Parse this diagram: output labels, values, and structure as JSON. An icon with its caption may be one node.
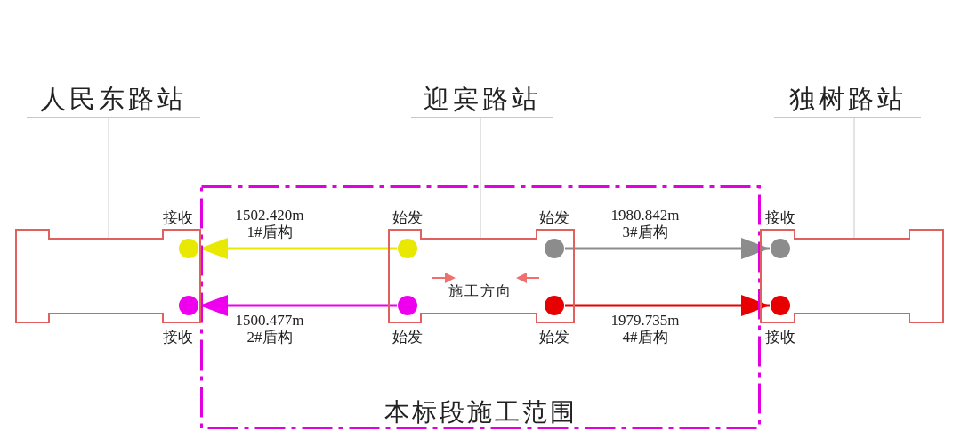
{
  "diagram": {
    "nodes": [
      {
        "text": [
          "本标段施工范围"
        ]
      },
      {
        "text": [
          "人民东路站"
        ]
      },
      {
        "text": [
          "迎宾路站"
        ]
      },
      {
        "text": [
          "独树路站"
        ]
      },
      {
        "text": [],
        "shape": "box"
      },
      {
        "text": [],
        "shape": "box",
        "in": 0
      },
      {
        "text": [],
        "shape": "box"
      },
      {
        "text": [],
        "shape": "circle",
        "in": 4,
        "beside": [
          "接收"
        ]
      },
      {
        "text": [],
        "shape": "circle",
        "in": 4,
        "beside": [
          "接收"
        ]
      },
      {
        "text": [],
        "shape": "circle",
        "in": 5,
        "beside": [
          "始发"
        ]
      },
      {
        "text": [],
        "shape": "circle",
        "in": 5,
        "beside": [
          "始发"
        ]
      },
      {
        "text": [],
        "shape": "circle",
        "in": 5,
        "beside": [
          "始发"
        ]
      },
      {
        "text": [],
        "shape": "circle",
        "in": 5,
        "beside": [
          "始发"
        ]
      },
      {
        "text": [],
        "shape": "circle",
        "in": 6,
        "beside": [
          "接收"
        ]
      },
      {
        "text": [],
        "shape": "circle",
        "in": 6,
        "beside": [
          "接收"
        ]
      }
    ],
    "edges": [
      {
        "from": 1,
        "to": 4,
        "arrow": "none",
        "color": "#c8c8c8"
      },
      {
        "from": 2,
        "to": 5,
        "arrow": "none",
        "color": "#c8c8c8"
      },
      {
        "from": 3,
        "to": 6,
        "arrow": "none",
        "color": "#c8c8c8"
      },
      {
        "from": 9,
        "to": 7,
        "arrow": "to",
        "label": "1502.420m 1#盾构",
        "color": "#e8e800"
      },
      {
        "from": 10,
        "to": 8,
        "arrow": "to",
        "label": "1500.477m 2#盾构",
        "color": "#ee00ee"
      },
      {
        "from": 11,
        "to": 13,
        "arrow": "to",
        "label": "1980.842m 3#盾构",
        "color": "#8c8c8c"
      },
      {
        "from": 12,
        "to": 14,
        "arrow": "to",
        "label": "1979.735m 4#盾构",
        "color": "#e80000"
      }
    ],
    "labels": [
      "施工方向"
    ]
  }
}
